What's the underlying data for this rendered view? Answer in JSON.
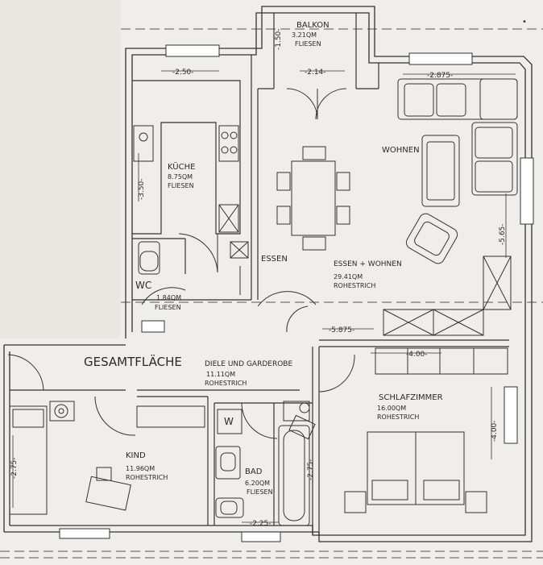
{
  "balkon": {
    "name": "BALKON",
    "area": "3.21QM",
    "floor": "FLIESEN"
  },
  "kueche": {
    "name": "KÜCHE",
    "area": "8.75QM",
    "floor": "FLIESEN"
  },
  "wohnen": {
    "name": "WOHNEN"
  },
  "essen": {
    "name": "ESSEN"
  },
  "essen_wohnen": {
    "name": "ESSEN + WOHNEN",
    "area": "29.41QM",
    "floor": "ROHESTRICH"
  },
  "wc": {
    "name": "WC",
    "area": "1.84QM",
    "floor": "FLIESEN"
  },
  "diele": {
    "name": "DIELE UND GARDEROBE",
    "area": "11.11QM",
    "floor": "ROHESTRICH"
  },
  "schlafzimmer": {
    "name": "SCHLAFZIMMER",
    "area": "16.00QM",
    "floor": "ROHESTRICH"
  },
  "kind": {
    "name": "KIND",
    "area": "11.96QM",
    "floor": "ROHESTRICH"
  },
  "bad": {
    "name": "BAD",
    "area": "6.20QM",
    "floor": "FLIESEN"
  },
  "gesamt": {
    "label": "GESAMTFLÄCHE"
  },
  "washer": {
    "label": "W"
  },
  "dims": {
    "kueche_w": "-2.50-",
    "kueche_h": "-3.50-",
    "balkon_w": "-2.14-",
    "balkon_h": "-1.50-",
    "wohnen_w": "-2.875-",
    "wohnen_h": "-5.65-",
    "essen_w": "-5.875-",
    "schlaf_w": "-4.00-",
    "schlaf_h": "-4.00-",
    "kind_h": "-2.75-",
    "bad_w": "-2.25-",
    "bad_h": "-2.75-"
  }
}
